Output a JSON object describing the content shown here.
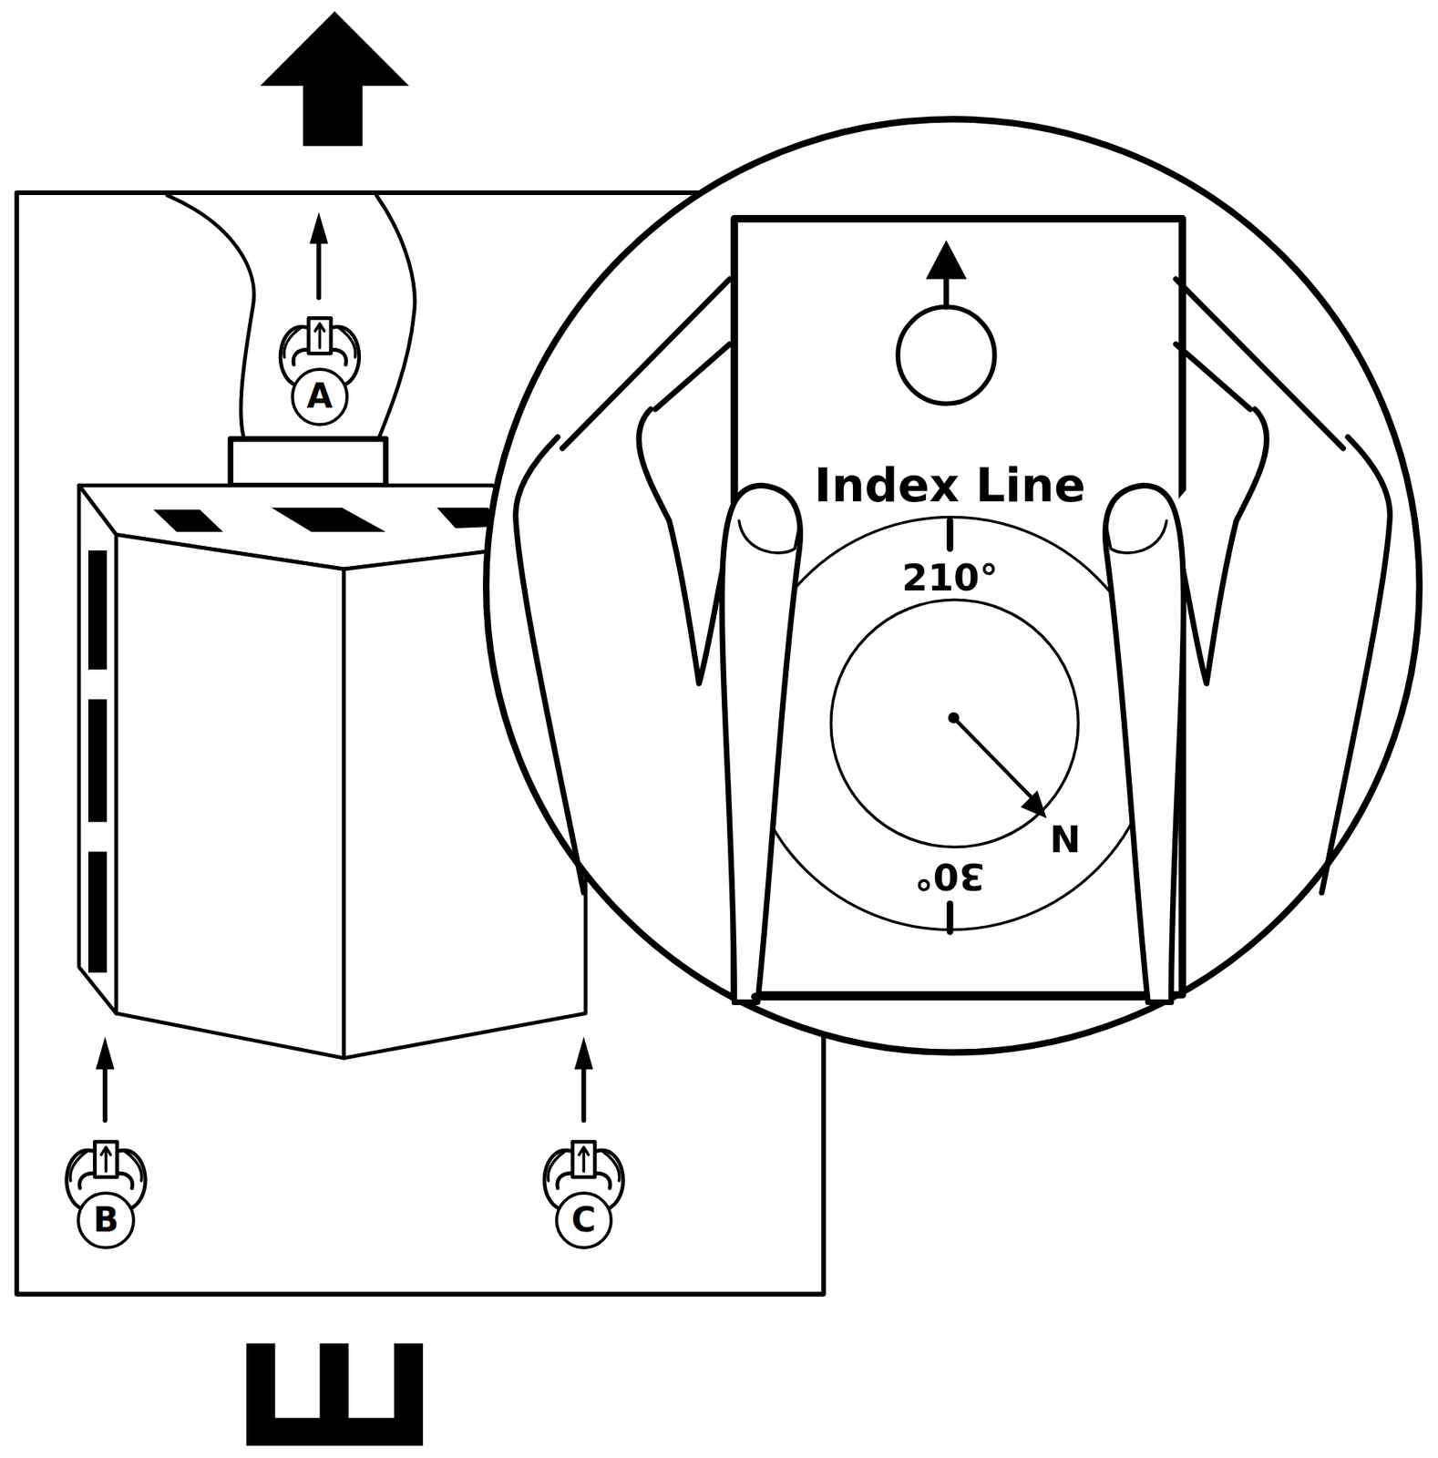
{
  "diagram": {
    "nodes": [
      {
        "text": [
          "A"
        ]
      },
      {
        "text": [
          "B"
        ]
      },
      {
        "text": [
          "C"
        ]
      }
    ],
    "labels": [
      "Index Line",
      "210°",
      "30°",
      "N"
    ]
  }
}
